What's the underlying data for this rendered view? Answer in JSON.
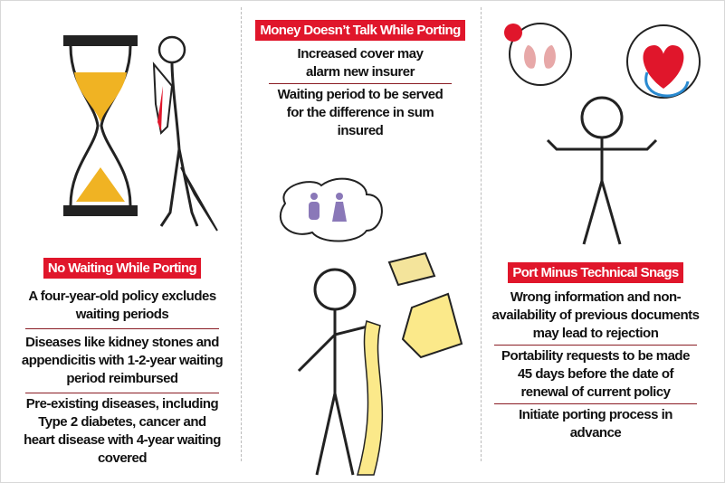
{
  "sections": [
    {
      "title": "No Waiting While Porting",
      "items": [
        "A four-year-old policy excludes waiting periods",
        "Diseases like kidney stones and appendicitis with 1-2-year waiting period reimbursed",
        "Pre-existing diseases, including Type 2 diabetes, cancer and heart disease with 4-year waiting covered"
      ]
    },
    {
      "title": "Money Doesn’t Talk While Porting",
      "items": [
        "Increased cover may alarm new insurer",
        "Waiting period to be served for the difference in sum insured"
      ]
    },
    {
      "title": "Port Minus Technical Snags",
      "items": [
        "Wrong information and non-availability of previous documents may lead to rejection",
        "Portability requests to be made 45 days before the date of renewal of current policy",
        "Initiate porting process in advance"
      ]
    }
  ],
  "colors": {
    "accent": "#e0162b",
    "divider": "#8a1c24",
    "sand": "#f0b323",
    "paper": "#fbe98a"
  }
}
